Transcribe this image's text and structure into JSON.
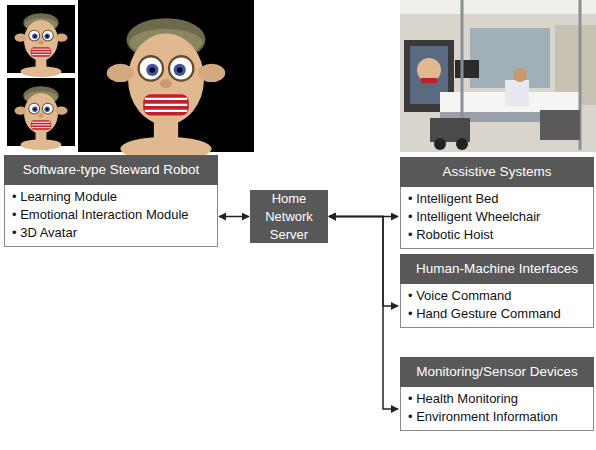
{
  "diagram": {
    "nodes": [
      {
        "text": [
          "Software-type Steward Robot",
          "• Learning Module",
          "• Emotional Interaction Module",
          "• 3D Avatar"
        ]
      },
      {
        "text": [
          "Home Network Server"
        ]
      },
      {
        "text": [
          "Assistive Systems",
          "• Intelligent Bed",
          "• Intelligent Wheelchair",
          "• Robotic Hoist"
        ]
      },
      {
        "text": [
          "Human-Machine Interfaces",
          "• Voice Command",
          "• Hand Gesture Command"
        ]
      },
      {
        "text": [
          "Monitoring/Sensor Devices",
          "• Health Monitoring",
          "• Environment Information"
        ]
      }
    ],
    "edges": [
      {
        "from": 0,
        "to": 1,
        "arrow": "both"
      },
      {
        "from": 1,
        "to": 2,
        "arrow": "both"
      },
      {
        "from": 1,
        "to": 3,
        "arrow": "both"
      },
      {
        "from": 1,
        "to": 4,
        "arrow": "both"
      }
    ]
  }
}
